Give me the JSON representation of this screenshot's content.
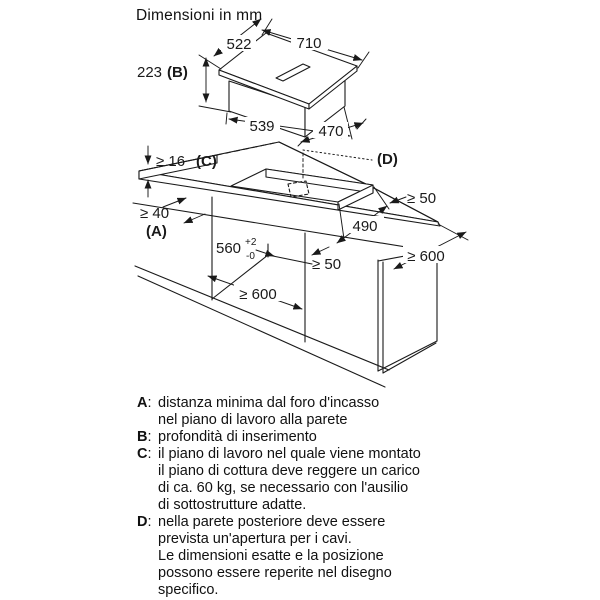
{
  "title": "Dimensioni in mm",
  "hob": {
    "top_width": "522",
    "top_length": "710",
    "insert_depth": "223",
    "insert_depth_ref": "(B)",
    "bottom_width": "539",
    "bottom_length": "470"
  },
  "installation": {
    "worktop_thickness": "≥ 16",
    "worktop_thickness_ref": "(C)",
    "cable_aperture_ref": "(D)",
    "rear_clearance": "≥ 50",
    "wall_distance": "≥ 40",
    "wall_distance_ref": "(A)",
    "cutout_depth": "490",
    "cutout_width": "560",
    "cutout_width_tol_plus": "+2",
    "cutout_width_tol_minus": "-0",
    "side_clearance": "≥ 50",
    "worktop_depth": "≥ 600",
    "cabinet_width": "≥ 600"
  },
  "legend": {
    "separator": ":",
    "items": [
      {
        "key": "A",
        "text": "distanza minima dal foro d'incasso\nnel piano di lavoro alla parete"
      },
      {
        "key": "B",
        "text": "profondità di inserimento"
      },
      {
        "key": "C",
        "text": "il piano di lavoro nel quale viene montato\nil piano di cottura deve reggere un carico\ndi ca. 60 kg, se necessario con l'ausilio\ndi sottostrutture adatte."
      },
      {
        "key": "D",
        "text": "nella parete posteriore deve essere\nprevista un'apertura per i cavi.\nLe dimensioni esatte e la posizione\npossono essere reperite nel disegno\nspecifico."
      }
    ]
  },
  "colors": {
    "line": "#1a1a1a",
    "background": "#ffffff"
  }
}
